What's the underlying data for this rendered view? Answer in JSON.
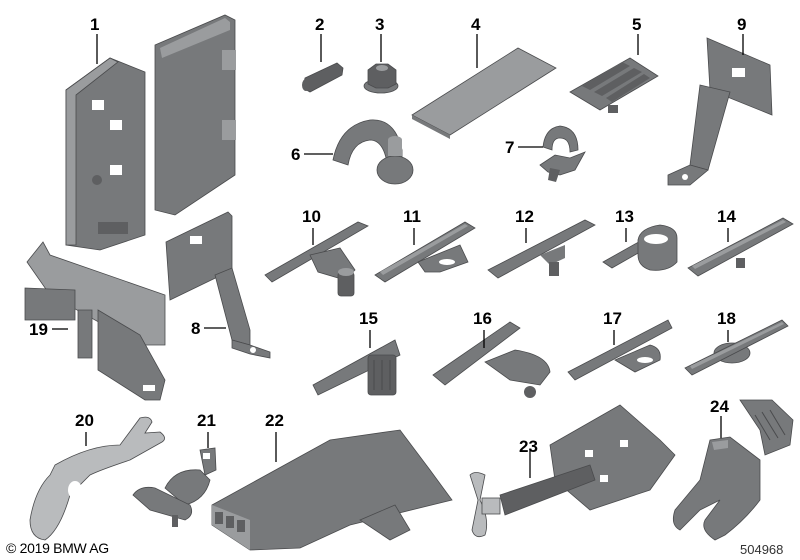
{
  "diagram": {
    "type": "exploded parts diagram",
    "colors": {
      "background": "#ffffff",
      "part_dark": "#5e5f61",
      "part_mid": "#77797b",
      "part_light": "#9a9c9e",
      "label": "#000000"
    },
    "parts": [
      {
        "number": "1",
        "label": "1",
        "desc": "bracket-holder-with-hinged-cover"
      },
      {
        "number": "2",
        "label": "2",
        "desc": "grommet-plug"
      },
      {
        "number": "3",
        "label": "3",
        "desc": "hex-collar-nut"
      },
      {
        "number": "4",
        "label": "4",
        "desc": "flat-pad"
      },
      {
        "number": "5",
        "label": "5",
        "desc": "cable-clip-multi"
      },
      {
        "number": "6",
        "label": "6",
        "desc": "pipe-clamp-with-stud"
      },
      {
        "number": "7",
        "label": "7",
        "desc": "cable-clamp"
      },
      {
        "number": "8",
        "label": "8",
        "desc": "bracket-small"
      },
      {
        "number": "9",
        "label": "9",
        "desc": "bracket-large"
      },
      {
        "number": "10",
        "label": "10",
        "desc": "cable-holder-with-clip"
      },
      {
        "number": "11",
        "label": "11",
        "desc": "cable-channel-with-eyelet"
      },
      {
        "number": "12",
        "label": "12",
        "desc": "cable-channel-with-stud"
      },
      {
        "number": "13",
        "label": "13",
        "desc": "cable-channel-with-loop"
      },
      {
        "number": "14",
        "label": "14",
        "desc": "cable-channel-straight"
      },
      {
        "number": "15",
        "label": "15",
        "desc": "cable-channel-with-connector"
      },
      {
        "number": "16",
        "label": "16",
        "desc": "cable-channel-with-foot"
      },
      {
        "number": "17",
        "label": "17",
        "desc": "cable-channel-with-eyelet"
      },
      {
        "number": "18",
        "label": "18",
        "desc": "cable-channel-with-pad"
      },
      {
        "number": "19",
        "label": "19",
        "desc": "cable-duct-holder"
      },
      {
        "number": "20",
        "label": "20",
        "desc": "metal-bracket-fork"
      },
      {
        "number": "21",
        "label": "21",
        "desc": "clip-holder"
      },
      {
        "number": "22",
        "label": "22",
        "desc": "cable-duct"
      },
      {
        "number": "23",
        "label": "23",
        "desc": "holder-frame-with-hook"
      },
      {
        "number": "24",
        "label": "24",
        "desc": "support-bracket-with-comb"
      }
    ]
  },
  "footer": {
    "copyright": "© 2019 BMW AG",
    "diagram_id": "504968"
  }
}
